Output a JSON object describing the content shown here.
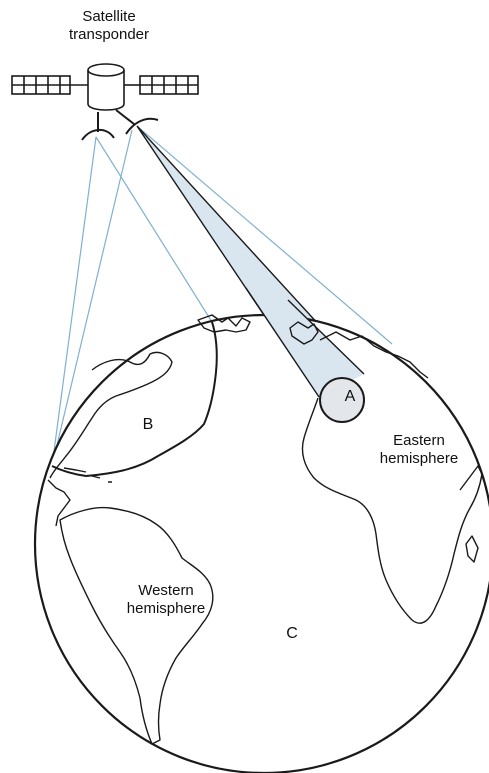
{
  "title": {
    "line1": "Satellite",
    "line2": "transponder"
  },
  "labels": {
    "beam_a": "A",
    "region_b": "B",
    "region_c": "C",
    "eastern": {
      "line1": "Eastern",
      "line2": "hemisphere"
    },
    "western": {
      "line1": "Western",
      "line2": "hemisphere"
    }
  },
  "colors": {
    "outline": "#1a1a1a",
    "beam_line": "#7fb1cf",
    "spot_beam_fill": "#d9e6ef",
    "spot_circle_fill": "#e3e6ea",
    "background": "#ffffff"
  },
  "icons": [
    "satellite-icon",
    "solar-panel-left-icon",
    "solar-panel-right-icon",
    "antenna-dish-icon"
  ]
}
